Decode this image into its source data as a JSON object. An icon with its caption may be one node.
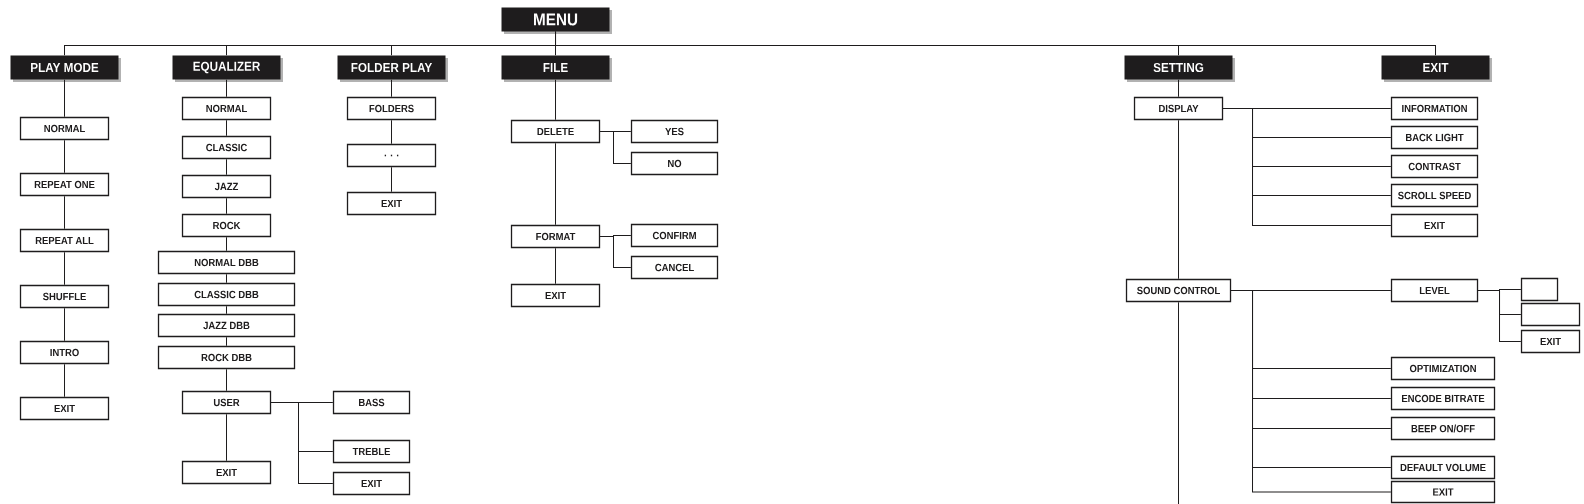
{
  "diagram": {
    "nodes": [
      {
        "text": [
          "MENU"
        ]
      },
      {
        "text": [
          "PLAY MODE"
        ]
      },
      {
        "text": [
          "EQUALIZER"
        ]
      },
      {
        "text": [
          "FOLDER PLAY"
        ]
      },
      {
        "text": [
          "FILE"
        ]
      },
      {
        "text": [
          "SETTING"
        ]
      },
      {
        "text": [
          "EXIT"
        ]
      },
      {
        "text": [
          "NORMAL"
        ]
      },
      {
        "text": [
          "REPEAT ONE"
        ]
      },
      {
        "text": [
          "REPEAT ALL"
        ]
      },
      {
        "text": [
          "SHUFFLE"
        ]
      },
      {
        "text": [
          "INTRO"
        ]
      },
      {
        "text": [
          "EXIT"
        ]
      },
      {
        "text": [
          "NORMAL"
        ]
      },
      {
        "text": [
          "CLASSIC"
        ]
      },
      {
        "text": [
          "JAZZ"
        ]
      },
      {
        "text": [
          "ROCK"
        ]
      },
      {
        "text": [
          "NORMAL DBB"
        ]
      },
      {
        "text": [
          "CLASSIC DBB"
        ]
      },
      {
        "text": [
          "JAZZ DBB"
        ]
      },
      {
        "text": [
          "ROCK DBB"
        ]
      },
      {
        "text": [
          "USER"
        ]
      },
      {
        "text": [
          "EXIT"
        ]
      },
      {
        "text": [
          "BASS"
        ]
      },
      {
        "text": [
          "TREBLE"
        ]
      },
      {
        "text": [
          "EXIT"
        ]
      },
      {
        "text": [
          "FOLDERS"
        ]
      },
      {
        "text": [
          ". . ."
        ]
      },
      {
        "text": [
          "EXIT"
        ]
      },
      {
        "text": [
          "DELETE"
        ]
      },
      {
        "text": [
          "YES"
        ]
      },
      {
        "text": [
          "NO"
        ]
      },
      {
        "text": [
          "FORMAT"
        ]
      },
      {
        "text": [
          "CONFIRM"
        ]
      },
      {
        "text": [
          "CANCEL"
        ]
      },
      {
        "text": [
          "EXIT"
        ]
      },
      {
        "text": [
          "DISPLAY"
        ]
      },
      {
        "text": [
          "INFORMATION"
        ]
      },
      {
        "text": [
          "BACK LIGHT"
        ]
      },
      {
        "text": [
          "CONTRAST"
        ]
      },
      {
        "text": [
          "SCROLL SPEED"
        ]
      },
      {
        "text": [
          "EXIT"
        ]
      },
      {
        "text": [
          "SOUND CONTROL"
        ]
      },
      {
        "text": [
          "LEVEL"
        ]
      },
      {
        "text": [],
        "shape": "box"
      },
      {
        "text": [],
        "shape": "box"
      },
      {
        "text": [
          "EXIT"
        ]
      },
      {
        "text": [
          "OPTIMIZATION"
        ]
      },
      {
        "text": [
          "ENCODE BITRATE"
        ]
      },
      {
        "text": [
          "BEEP ON/OFF"
        ]
      },
      {
        "text": [
          "DEFAULT VOLUME"
        ]
      },
      {
        "text": [
          "EXIT"
        ]
      }
    ],
    "edges": [
      {
        "from": 0,
        "to": 1,
        "arrow": "none"
      },
      {
        "from": 0,
        "to": 2,
        "arrow": "none"
      },
      {
        "from": 0,
        "to": 3,
        "arrow": "none"
      },
      {
        "from": 0,
        "to": 4,
        "arrow": "none"
      },
      {
        "from": 0,
        "to": 5,
        "arrow": "none"
      },
      {
        "from": 0,
        "to": 6,
        "arrow": "none"
      },
      {
        "from": 1,
        "to": 7,
        "arrow": "none"
      },
      {
        "from": 7,
        "to": 8,
        "arrow": "none"
      },
      {
        "from": 8,
        "to": 9,
        "arrow": "none"
      },
      {
        "from": 9,
        "to": 10,
        "arrow": "none"
      },
      {
        "from": 10,
        "to": 11,
        "arrow": "none"
      },
      {
        "from": 11,
        "to": 12,
        "arrow": "none"
      },
      {
        "from": 2,
        "to": 13,
        "arrow": "none"
      },
      {
        "from": 13,
        "to": 14,
        "arrow": "none"
      },
      {
        "from": 14,
        "to": 15,
        "arrow": "none"
      },
      {
        "from": 15,
        "to": 16,
        "arrow": "none"
      },
      {
        "from": 16,
        "to": 17,
        "arrow": "none"
      },
      {
        "from": 17,
        "to": 18,
        "arrow": "none"
      },
      {
        "from": 18,
        "to": 19,
        "arrow": "none"
      },
      {
        "from": 19,
        "to": 20,
        "arrow": "none"
      },
      {
        "from": 20,
        "to": 21,
        "arrow": "none"
      },
      {
        "from": 21,
        "to": 22,
        "arrow": "none"
      },
      {
        "from": 21,
        "to": 23,
        "arrow": "none"
      },
      {
        "from": 21,
        "to": 24,
        "arrow": "none"
      },
      {
        "from": 21,
        "to": 25,
        "arrow": "none"
      },
      {
        "from": 3,
        "to": 26,
        "arrow": "none"
      },
      {
        "from": 26,
        "to": 27,
        "arrow": "none"
      },
      {
        "from": 27,
        "to": 28,
        "arrow": "none"
      },
      {
        "from": 4,
        "to": 29,
        "arrow": "none"
      },
      {
        "from": 29,
        "to": 30,
        "arrow": "none"
      },
      {
        "from": 29,
        "to": 31,
        "arrow": "none"
      },
      {
        "from": 29,
        "to": 32,
        "arrow": "none"
      },
      {
        "from": 32,
        "to": 33,
        "arrow": "none"
      },
      {
        "from": 32,
        "to": 34,
        "arrow": "none"
      },
      {
        "from": 32,
        "to": 35,
        "arrow": "none"
      },
      {
        "from": 5,
        "to": 36,
        "arrow": "none"
      },
      {
        "from": 36,
        "to": 37,
        "arrow": "none"
      },
      {
        "from": 36,
        "to": 38,
        "arrow": "none"
      },
      {
        "from": 36,
        "to": 39,
        "arrow": "none"
      },
      {
        "from": 36,
        "to": 40,
        "arrow": "none"
      },
      {
        "from": 36,
        "to": 41,
        "arrow": "none"
      },
      {
        "from": 36,
        "to": 42,
        "arrow": "none"
      },
      {
        "from": 42,
        "to": 43,
        "arrow": "none"
      },
      {
        "from": 43,
        "to": 44,
        "arrow": "none"
      },
      {
        "from": 43,
        "to": 45,
        "arrow": "none"
      },
      {
        "from": 43,
        "to": 46,
        "arrow": "none"
      },
      {
        "from": 42,
        "to": 47,
        "arrow": "none"
      },
      {
        "from": 42,
        "to": 48,
        "arrow": "none"
      },
      {
        "from": 42,
        "to": 49,
        "arrow": "none"
      },
      {
        "from": 42,
        "to": 50,
        "arrow": "none"
      },
      {
        "from": 42,
        "to": 51,
        "arrow": "none"
      },
      {
        "from": 42,
        "to": null,
        "arrow": "none"
      }
    ]
  }
}
